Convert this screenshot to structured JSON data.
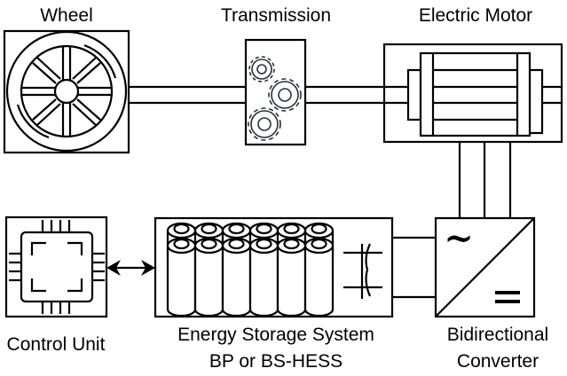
{
  "labels": {
    "wheel": "Wheel",
    "transmission": "Transmission",
    "motor": "Electric Motor",
    "control_unit": "Control Unit",
    "ess_line1": "Energy Storage System",
    "ess_line2": "BP or BS-HESS",
    "converter_line1": "Bidirectional",
    "converter_line2": "Converter"
  },
  "converter_symbols": {
    "ac": "~",
    "dc": "="
  },
  "battery_rows": 2,
  "battery_cols": 6,
  "colors": {
    "stroke": "#000000",
    "background": "#ffffff",
    "gear": "#2a2f3a"
  }
}
